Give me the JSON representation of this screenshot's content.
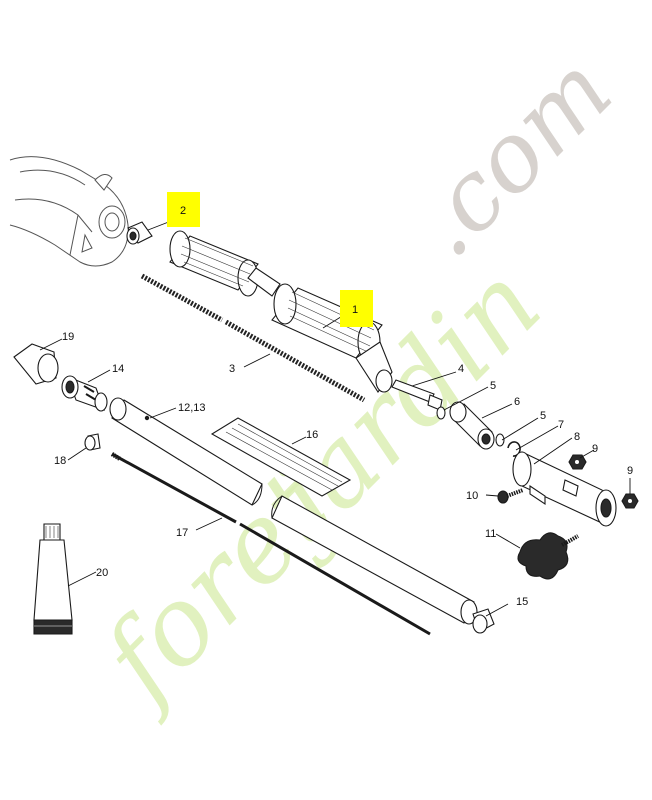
{
  "watermark": {
    "brand_green": "foret",
    "brand_green_2": "jardin",
    "brand_grey": ".com",
    "color_green": "#d9ecb0",
    "color_grey": "#cfc9c3"
  },
  "highlight_color": "#ffff00",
  "callouts": [
    {
      "id": "c1",
      "text": "1",
      "highlighted": true
    },
    {
      "id": "c2",
      "text": "2",
      "highlighted": true
    },
    {
      "id": "c3",
      "text": "3"
    },
    {
      "id": "c4",
      "text": "4"
    },
    {
      "id": "c5a",
      "text": "5"
    },
    {
      "id": "c5b",
      "text": "5"
    },
    {
      "id": "c6",
      "text": "6"
    },
    {
      "id": "c7",
      "text": "7"
    },
    {
      "id": "c8",
      "text": "8"
    },
    {
      "id": "c9a",
      "text": "9"
    },
    {
      "id": "c9b",
      "text": "9"
    },
    {
      "id": "c10",
      "text": "10"
    },
    {
      "id": "c11",
      "text": "11"
    },
    {
      "id": "c1213",
      "text": "12,13"
    },
    {
      "id": "c14",
      "text": "14"
    },
    {
      "id": "c15",
      "text": "15"
    },
    {
      "id": "c16",
      "text": "16"
    },
    {
      "id": "c17",
      "text": "17"
    },
    {
      "id": "c18",
      "text": "18"
    },
    {
      "id": "c19",
      "text": "19"
    },
    {
      "id": "c20",
      "text": "20"
    }
  ]
}
